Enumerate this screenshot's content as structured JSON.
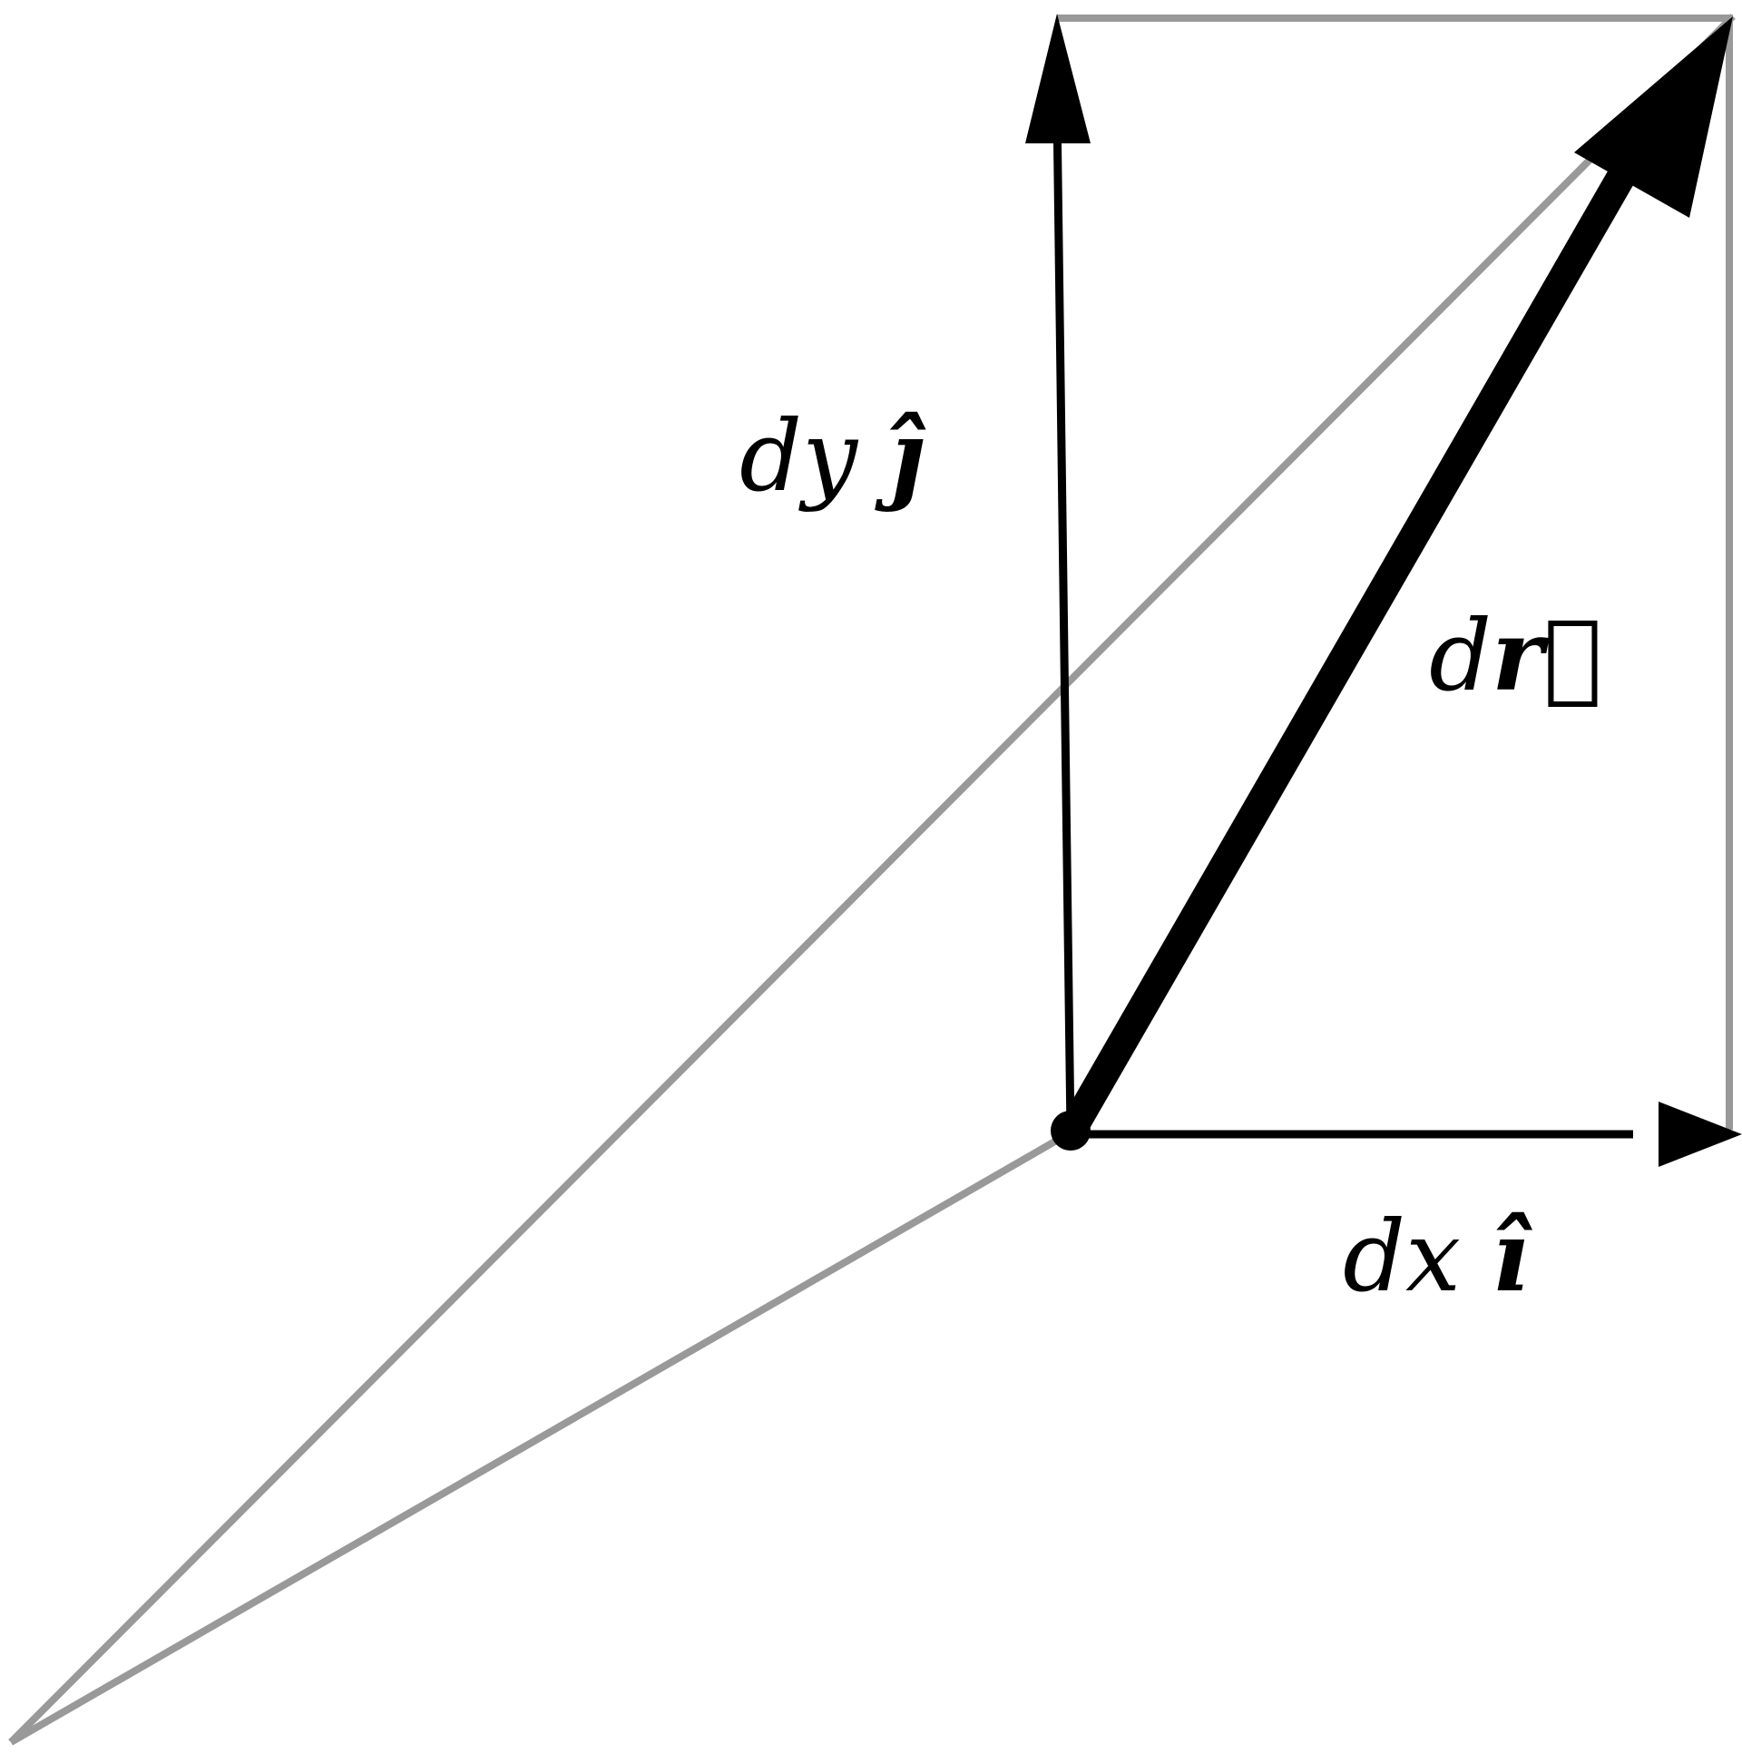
{
  "labels": {
    "dy_base": "dy ",
    "dy_unit": "ĵ",
    "dr_base": "d",
    "dr_vec": "r⃗",
    "dx_base": "dx ",
    "dx_unit": "î"
  },
  "colors": {
    "background": "#ffffff",
    "vector": "#000000",
    "construction": "#999999"
  }
}
